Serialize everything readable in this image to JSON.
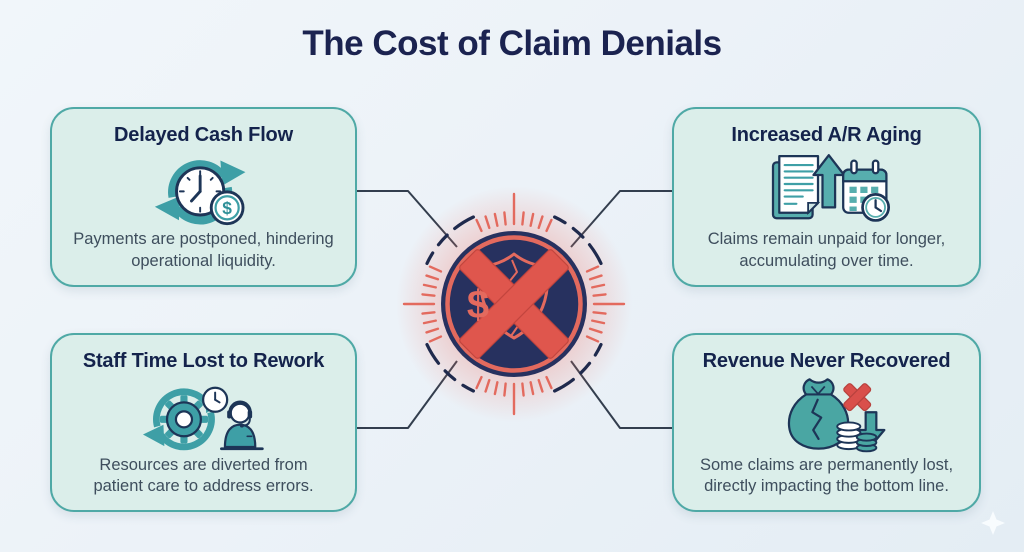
{
  "title": "The Cost of Claim Denials",
  "center": {
    "label": "denied-claim-shield-emblem",
    "dollar_sign": "$",
    "colors": {
      "disc": "#27315f",
      "accent": "#e36a5e",
      "x_mark": "#df564d"
    }
  },
  "colors": {
    "background": "#edf3f8",
    "card_fill": "#dbeeea",
    "card_border": "#4fa9a6",
    "heading_text": "#14234c",
    "body_text": "#3e4e5d",
    "connector_line": "#333e4e",
    "icon_teal": "#3e9fa6",
    "icon_navy": "#1d3557"
  },
  "cards": [
    {
      "heading": "Delayed Cash Flow",
      "body": "Payments are postponed, hindering operational liquidity.",
      "icon": "clock-cycle-dollar-icon"
    },
    {
      "heading": "Increased A/R Aging",
      "body": "Claims remain unpaid for longer, accumulating over time.",
      "icon": "document-uparrow-calendar-icon"
    },
    {
      "heading": "Staff Time Lost to Rework",
      "body": "Resources are diverted from patient care to address errors.",
      "icon": "gear-cycle-support-agent-icon"
    },
    {
      "heading": "Revenue Never Recovered",
      "body": "Some claims are permanently lost, directly impacting the bottom line.",
      "icon": "moneybag-x-decline-icon"
    }
  ]
}
